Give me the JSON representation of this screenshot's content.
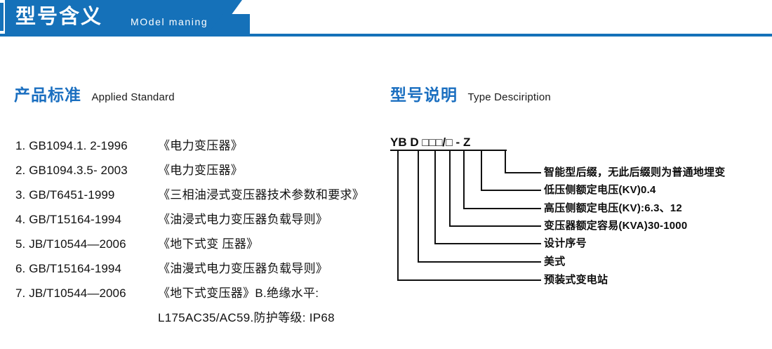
{
  "banner": {
    "title_cn": "型号含义",
    "title_en": "MOdel maning",
    "color": "#1571b9"
  },
  "sections": {
    "standard": {
      "title_cn": "产品标准",
      "title_en": "Applied Standard"
    },
    "type": {
      "title_cn": "型号说明",
      "title_en": "Type Desciription"
    }
  },
  "standards": [
    {
      "index": "1.",
      "code": "GB1094.1. 2-1996",
      "title": "《电力变压器》"
    },
    {
      "index": "2.",
      "code": "GB1094.3.5- 2003",
      "title": "《电力变压器》"
    },
    {
      "index": "3.",
      "code": "GB/T6451-1999",
      "title": "《三相油浸式变压器技术参数和要求》"
    },
    {
      "index": "4.",
      "code": "GB/T15164-1994",
      "title": "《油浸式电力变压器负载导则》"
    },
    {
      "index": "5.",
      "code": "JB/T10544—2006",
      "title": "《地下式变 压器》"
    },
    {
      "index": "6.",
      "code": "GB/T15164-1994",
      "title": "《油漫式电力变压器负载导则》"
    },
    {
      "index": "7.",
      "code": "JB/T10544—2006",
      "title": "《地下式变压器》B.绝缘水平:",
      "continuation": "L175AC35/AC59.防护等级: IP68"
    }
  ],
  "type_code": {
    "segments": [
      "YB",
      "D",
      "□",
      "□",
      "□",
      "/",
      "□",
      "-",
      "Z"
    ],
    "display": "YB D □□□/□ - Z"
  },
  "type_labels": [
    {
      "text": "智能型后缀，无此后缀则为普通地埋变"
    },
    {
      "text": "低压侧额定电压(KV)0.4"
    },
    {
      "text": "高压侧额定电压(KV):6.3、12"
    },
    {
      "text": "变压器额定容易(KVA)30-1000"
    },
    {
      "text": "设计序号"
    },
    {
      "text": "美式"
    },
    {
      "text": "预装式变电站"
    }
  ]
}
